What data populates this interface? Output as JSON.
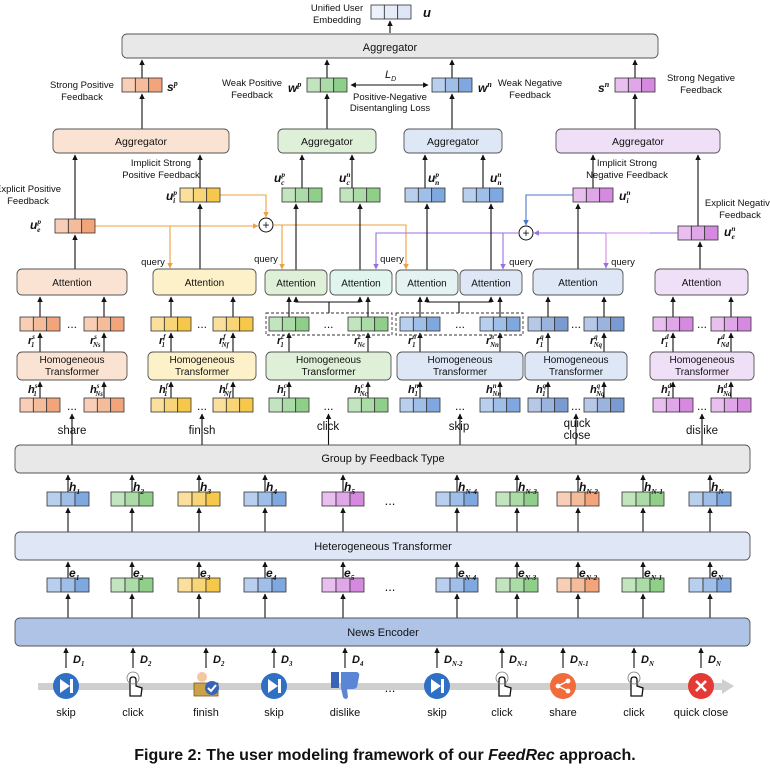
{
  "caption": {
    "prefix": "Figure 2: The user modeling framework of our ",
    "emph": "FeedRec",
    "suffix": " approach."
  },
  "top": {
    "unified_label_1": "Unified User",
    "unified_label_2": "Embedding",
    "u_symbol": "u",
    "aggregator": "Aggregator"
  },
  "mid": {
    "strong_pos_1": "Strong Positive",
    "strong_pos_2": "Feedback",
    "sp": "s",
    "sp_sup": "p",
    "weak_pos_1": "Weak Positive",
    "weak_pos_2": "Feedback",
    "wp": "w",
    "wp_sup": "p",
    "ld": "L",
    "ld_sub": "D",
    "pnd_1": "Positive-Negative",
    "pnd_2": "Disentangling Loss",
    "wn": "w",
    "wn_sup": "n",
    "weak_neg_1": "Weak Negative",
    "weak_neg_2": "Feedback",
    "sn": "s",
    "sn_sup": "n",
    "strong_neg_1": "Strong Negative",
    "strong_neg_2": "Feedback",
    "aggregator": "Aggregator"
  },
  "implicit": {
    "isp_1": "Implicit Strong",
    "isp_2": "Positive Feedback",
    "isn_1": "Implicit Strong",
    "isn_2": "Negative Feedback",
    "epf_1": "Explicit Positive",
    "epf_2": "Feedback",
    "enf_1": "Explicit Negative",
    "enf_2": "Feedback",
    "query": "query",
    "attention": "Attention"
  },
  "homogeneous": {
    "line1": "Homogeneous",
    "line2": "Transformer"
  },
  "groups": [
    "share",
    "finish",
    "click",
    "skip",
    "quick",
    "close",
    "dislike"
  ],
  "group_by": "Group by Feedback Type",
  "hetero": "Heterogeneous Transformer",
  "news_encoder": "News Encoder",
  "dots": "...",
  "seq_h_subs": [
    "1",
    "2",
    "3",
    "4",
    "5",
    "N-4",
    "N-3",
    "N-2",
    "N-1",
    "N"
  ],
  "seq_d_subs": [
    "1",
    "2",
    "2",
    "3",
    "4",
    "N-2",
    "N-1",
    "N-1",
    "N",
    "N"
  ],
  "actions": [
    "skip",
    "click",
    "finish",
    "skip",
    "dislike",
    "skip",
    "click",
    "share",
    "click",
    "quick close"
  ],
  "icon_names": [
    "skip-icon",
    "click-icon",
    "finish-icon",
    "skip-icon",
    "dislike-icon",
    "skip-icon",
    "click-icon",
    "share-icon",
    "click-icon",
    "quick-close-icon"
  ],
  "colors": {
    "share": "#f2a57a",
    "finish": "#f5c74a",
    "click": "#8fcf8a",
    "skip": "#7fa8e0",
    "quickclose": "#7a9bd1",
    "dislike": "#d58ae0",
    "bar_gray": "#e8e8e8",
    "bar_blue_light": "#dfe7f6",
    "bar_blue": "#aec3e6",
    "agg_orange": "#fbe3d3",
    "agg_green": "#dff0d8",
    "agg_blue": "#dde7f6",
    "agg_purple": "#efe0f7",
    "icon_blue": "#2f6fc4",
    "icon_red": "#e53935",
    "icon_orange": "#f26b3a"
  }
}
